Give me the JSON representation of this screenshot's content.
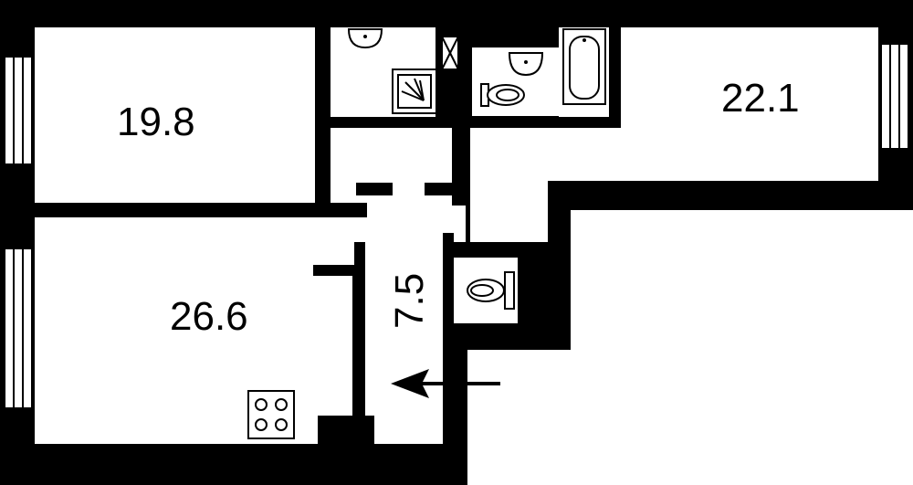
{
  "rooms": {
    "room_top_left": {
      "area": "19.8"
    },
    "room_right": {
      "area": "22.1"
    },
    "room_bottom_left": {
      "area": "26.6"
    },
    "hallway": {
      "area": "7.5"
    }
  },
  "entrance": {
    "icon": "entrance-arrow-icon"
  },
  "colors": {
    "wall": "#000000",
    "floor": "#ffffff"
  }
}
